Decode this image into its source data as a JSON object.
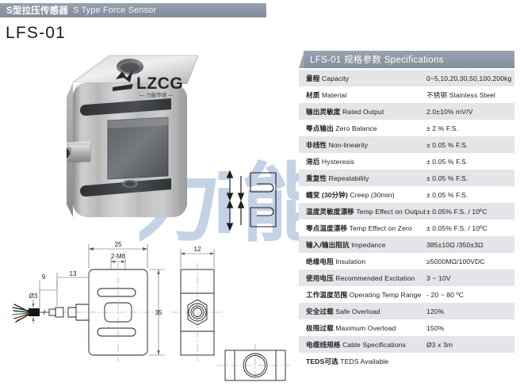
{
  "header": {
    "title_cn": "S型拉压传感器",
    "title_en": "S Type Force Sensor",
    "model": "LFS-01",
    "bar_color": "#8c95a4"
  },
  "product": {
    "brand_logo_text": "LZCG",
    "brand_logo_sub": "力能传感",
    "photo_alt": "S-type load cell stainless steel body"
  },
  "watermark": {
    "text": "力能传感",
    "color": "#c6d4e6"
  },
  "spec_table": {
    "header": "LFS-01 规格参数 Specifications",
    "header_model": "LFS-01",
    "header_cn": "规格参数",
    "header_en": "Specifications",
    "rows": [
      {
        "label_cn": "量程",
        "label_en": "Capacity",
        "value": "0~5,10,20,30,50,100,200kg"
      },
      {
        "label_cn": "材质",
        "label_en": "Material",
        "value": "不锈钢 Stainless Steel"
      },
      {
        "label_cn": "输出灵敏度",
        "label_en": "Rated Output",
        "value": "2.0±10% mV/V"
      },
      {
        "label_cn": "零点输出",
        "label_en": "Zero Balance",
        "value": "± 2 % F.S."
      },
      {
        "label_cn": "非线性",
        "label_en": "Non-linearity",
        "value": "± 0.05 % F.S."
      },
      {
        "label_cn": "滞后",
        "label_en": "Hysteresis",
        "value": "± 0.05 % F.S."
      },
      {
        "label_cn": "重复性",
        "label_en": "Repeatability",
        "value": "± 0.05 % F.S."
      },
      {
        "label_cn": "蠕变 (30分钟)",
        "label_en": "Creep (30min)",
        "value": "± 0.05 % F.S."
      },
      {
        "label_cn": "温度灵敏度漂移",
        "label_en": "Temp Effect on Output",
        "value": "± 0.05% F.S. / 10ºC"
      },
      {
        "label_cn": "零点温度漂移",
        "label_en": "Temp Effect on Zero",
        "value": "± 0.05% F.S. / 10ºC"
      },
      {
        "label_cn": "输入/输出阻抗",
        "label_en": "Impedance",
        "value": "385±10Ω /350±3Ω"
      },
      {
        "label_cn": "绝缘电阻",
        "label_en": "Insulation",
        "value": "≥5000MΩ/100VDC"
      },
      {
        "label_cn": "使用电压",
        "label_en": "Recommended Excitation",
        "value": "3 ~ 10V"
      },
      {
        "label_cn": "工作温度范围",
        "label_en": "Operating Temp  Range",
        "value": "- 20 ~ 80 ºC"
      },
      {
        "label_cn": "安全过载",
        "label_en": "Safe Overload",
        "value": "120%"
      },
      {
        "label_cn": "极限过载",
        "label_en": "Maximum Overload",
        "value": "150%"
      },
      {
        "label_cn": "电缆线规格",
        "label_en": "Cable Specifications",
        "value": "Ø3 x 3m"
      },
      {
        "label_cn": "TEDS可选",
        "label_en": "TEDS Available",
        "value": ""
      }
    ]
  },
  "drawing": {
    "dimensions": {
      "width_top": "25",
      "thread": "2-M8",
      "side_width": "12",
      "height": "35",
      "cable_gland": "13",
      "cable_offset": "9",
      "cable_dia": "Ø3"
    }
  }
}
